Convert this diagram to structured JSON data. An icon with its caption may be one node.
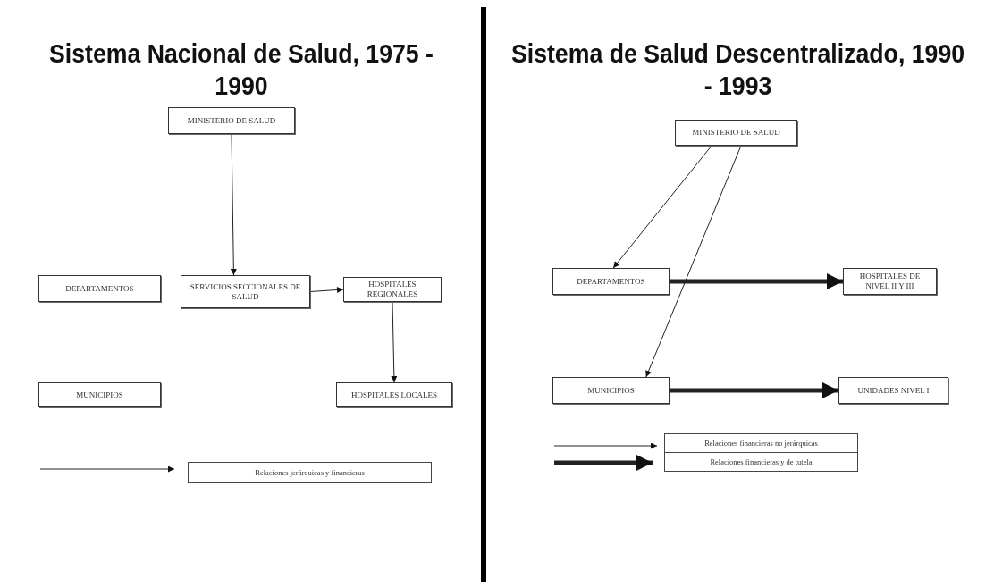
{
  "diagram": {
    "title": "Sistema Nacional de Salud, 1975 - 1990",
    "nodes": [
      {
        "text": [
          "MINISTERIO DE SALUD"
        ]
      },
      {
        "text": [
          "DEPARTAMENTOS"
        ]
      },
      {
        "text": [
          "SERVICIOS SECCIONALES DE SALUD"
        ]
      },
      {
        "text": [
          "HOSPITALES REGIONALES"
        ]
      },
      {
        "text": [
          "MUNICIPIOS"
        ]
      },
      {
        "text": [
          "HOSPITALES LOCALES"
        ]
      },
      {
        "text": [
          "MINISTERIO DE SALUD"
        ]
      },
      {
        "text": [
          "DEPARTAMENTOS"
        ]
      },
      {
        "text": [
          "HOSPITALES DE NIVEL II Y III"
        ]
      },
      {
        "text": [
          "MUNICIPIOS"
        ]
      },
      {
        "text": [
          "UNIDADES NIVEL I"
        ]
      }
    ],
    "edges": [
      {
        "from": 0,
        "to": 2,
        "arrow": "to"
      },
      {
        "from": 2,
        "to": 3,
        "arrow": "to"
      },
      {
        "from": 3,
        "to": 5,
        "arrow": "to"
      },
      {
        "from": 6,
        "to": 7,
        "arrow": "to"
      },
      {
        "from": 6,
        "to": 9,
        "arrow": "to"
      },
      {
        "from": 7,
        "to": 8,
        "arrow": "to",
        "style": "thick"
      },
      {
        "from": 9,
        "to": 10,
        "arrow": "to",
        "style": "thick"
      }
    ],
    "labels": [
      "Sistema de Salud Descentralizado, 1990 - 1993"
    ],
    "legend": [
      {
        "text": "Relaciones jerárquicas y financieras"
      },
      {
        "text": "Relaciones financieras no jerárquicas"
      },
      {
        "text": "Relaciones financieras y de tutela"
      }
    ]
  }
}
